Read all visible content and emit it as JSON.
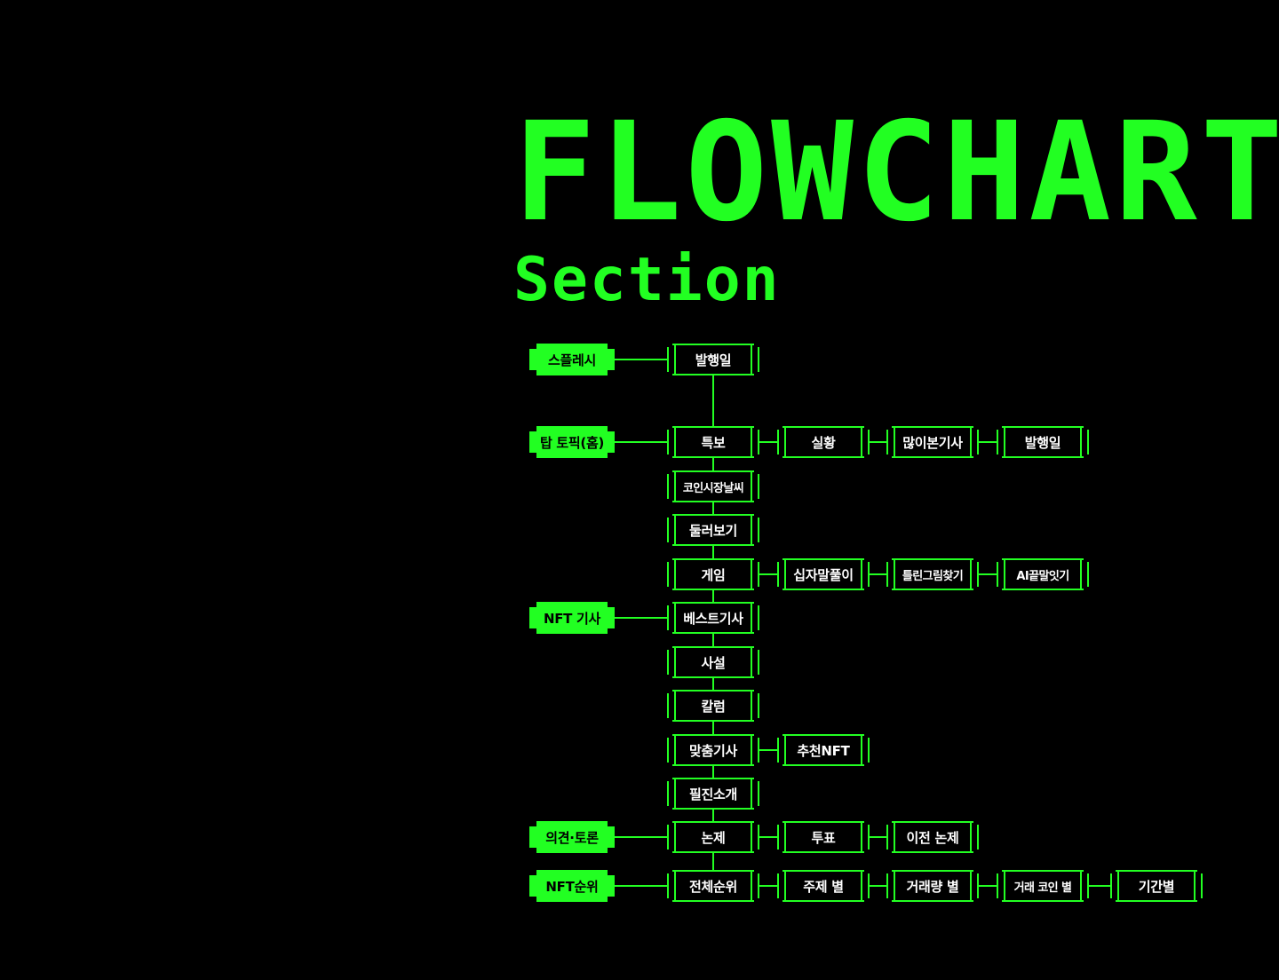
{
  "title": "FLOWCHART",
  "subtitle": "Section",
  "colors": {
    "background": "#000000",
    "accent": "#22ff22",
    "text": "#ffffff"
  },
  "categories": {
    "splash": "스플레시",
    "top_topic": "탑 토픽(홈)",
    "nft_article": "NFT 기사",
    "opinion": "의견·토론",
    "nft_rank": "NFT순위"
  },
  "pages": {
    "date_splash": "발행일",
    "breaking": "특보",
    "live": "실황",
    "most_viewed": "많이본기사",
    "date_top": "발행일",
    "coin_weather": "코인시장날씨",
    "browse": "둘러보기",
    "game": "게임",
    "crossword": "십자말풀이",
    "spot_diff": "틀린그림찾기",
    "ai_word": "AI끝말잇기",
    "best_article": "베스트기사",
    "editorial": "사설",
    "column": "칼럼",
    "custom_article": "맞춤기사",
    "recommend_nft": "추천NFT",
    "writers": "필진소개",
    "debate": "논제",
    "vote": "투표",
    "prev_debate": "이전 논제",
    "overall_rank": "전체순위",
    "by_topic": "주제 별",
    "by_volume": "거래량 별",
    "by_coin": "거래 코인 별",
    "by_period": "기간별"
  }
}
